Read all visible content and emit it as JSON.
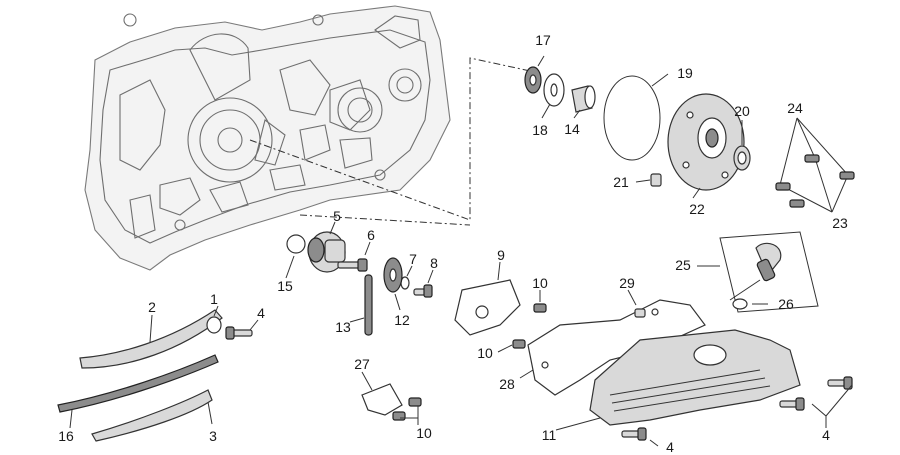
{
  "labels": {
    "l1": "1",
    "l2": "2",
    "l3": "3",
    "l4a": "4",
    "l4b": "4",
    "l4c": "4",
    "l5": "5",
    "l6": "6",
    "l7": "7",
    "l8": "8",
    "l9": "9",
    "l10a": "10",
    "l10b": "10",
    "l10c": "10",
    "l11": "11",
    "l12": "12",
    "l13": "13",
    "l14": "14",
    "l15": "15",
    "l16": "16",
    "l17": "17",
    "l18": "18",
    "l19": "19",
    "l20": "20",
    "l21": "21",
    "l22": "22",
    "l23": "23",
    "l24": "24",
    "l25": "25",
    "l26": "26",
    "l27": "27",
    "l28": "28",
    "l29": "29"
  }
}
